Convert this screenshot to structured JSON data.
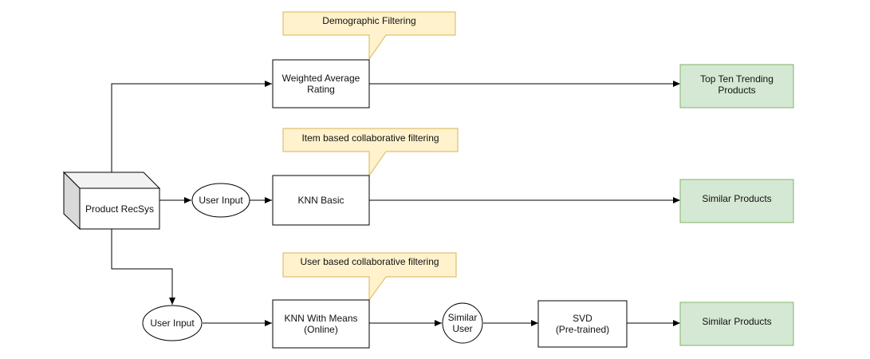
{
  "diagram": {
    "source": {
      "label": "Product RecSys",
      "shape": "cube"
    },
    "annotations": {
      "demographic": "Demographic Filtering",
      "item_based": "Item based collaborative filtering",
      "user_based": "User based collaborative filtering"
    },
    "inputs": {
      "middle": "User Input",
      "bottom": "User Input",
      "similar_user": [
        "Similar",
        "User"
      ]
    },
    "processes": {
      "weighted": [
        "Weighted Average",
        "Rating"
      ],
      "knn_basic": "KNN Basic",
      "knn_means": [
        "KNN With Means",
        "(Online)"
      ],
      "svd": [
        "SVD",
        "(Pre-trained)"
      ]
    },
    "outputs": {
      "top": [
        "Top Ten Trending",
        "Products"
      ],
      "middle": "Similar Products",
      "bottom": "Similar Products"
    },
    "edges": [
      [
        "Product RecSys",
        "Weighted Average Rating"
      ],
      [
        "Weighted Average Rating",
        "Top Ten Trending Products"
      ],
      [
        "Product RecSys",
        "User Input"
      ],
      [
        "User Input",
        "KNN Basic"
      ],
      [
        "KNN Basic",
        "Similar Products"
      ],
      [
        "Product RecSys",
        "User Input"
      ],
      [
        "User Input",
        "KNN With Means (Online)"
      ],
      [
        "KNN With Means (Online)",
        "Similar User"
      ],
      [
        "Similar User",
        "SVD (Pre-trained)"
      ],
      [
        "SVD (Pre-trained)",
        "Similar Products"
      ]
    ],
    "colors": {
      "note_fill": "#fff2cc",
      "note_stroke": "#d6b656",
      "output_fill": "#d5e8d4",
      "output_stroke": "#82b366",
      "line": "#000000"
    }
  }
}
